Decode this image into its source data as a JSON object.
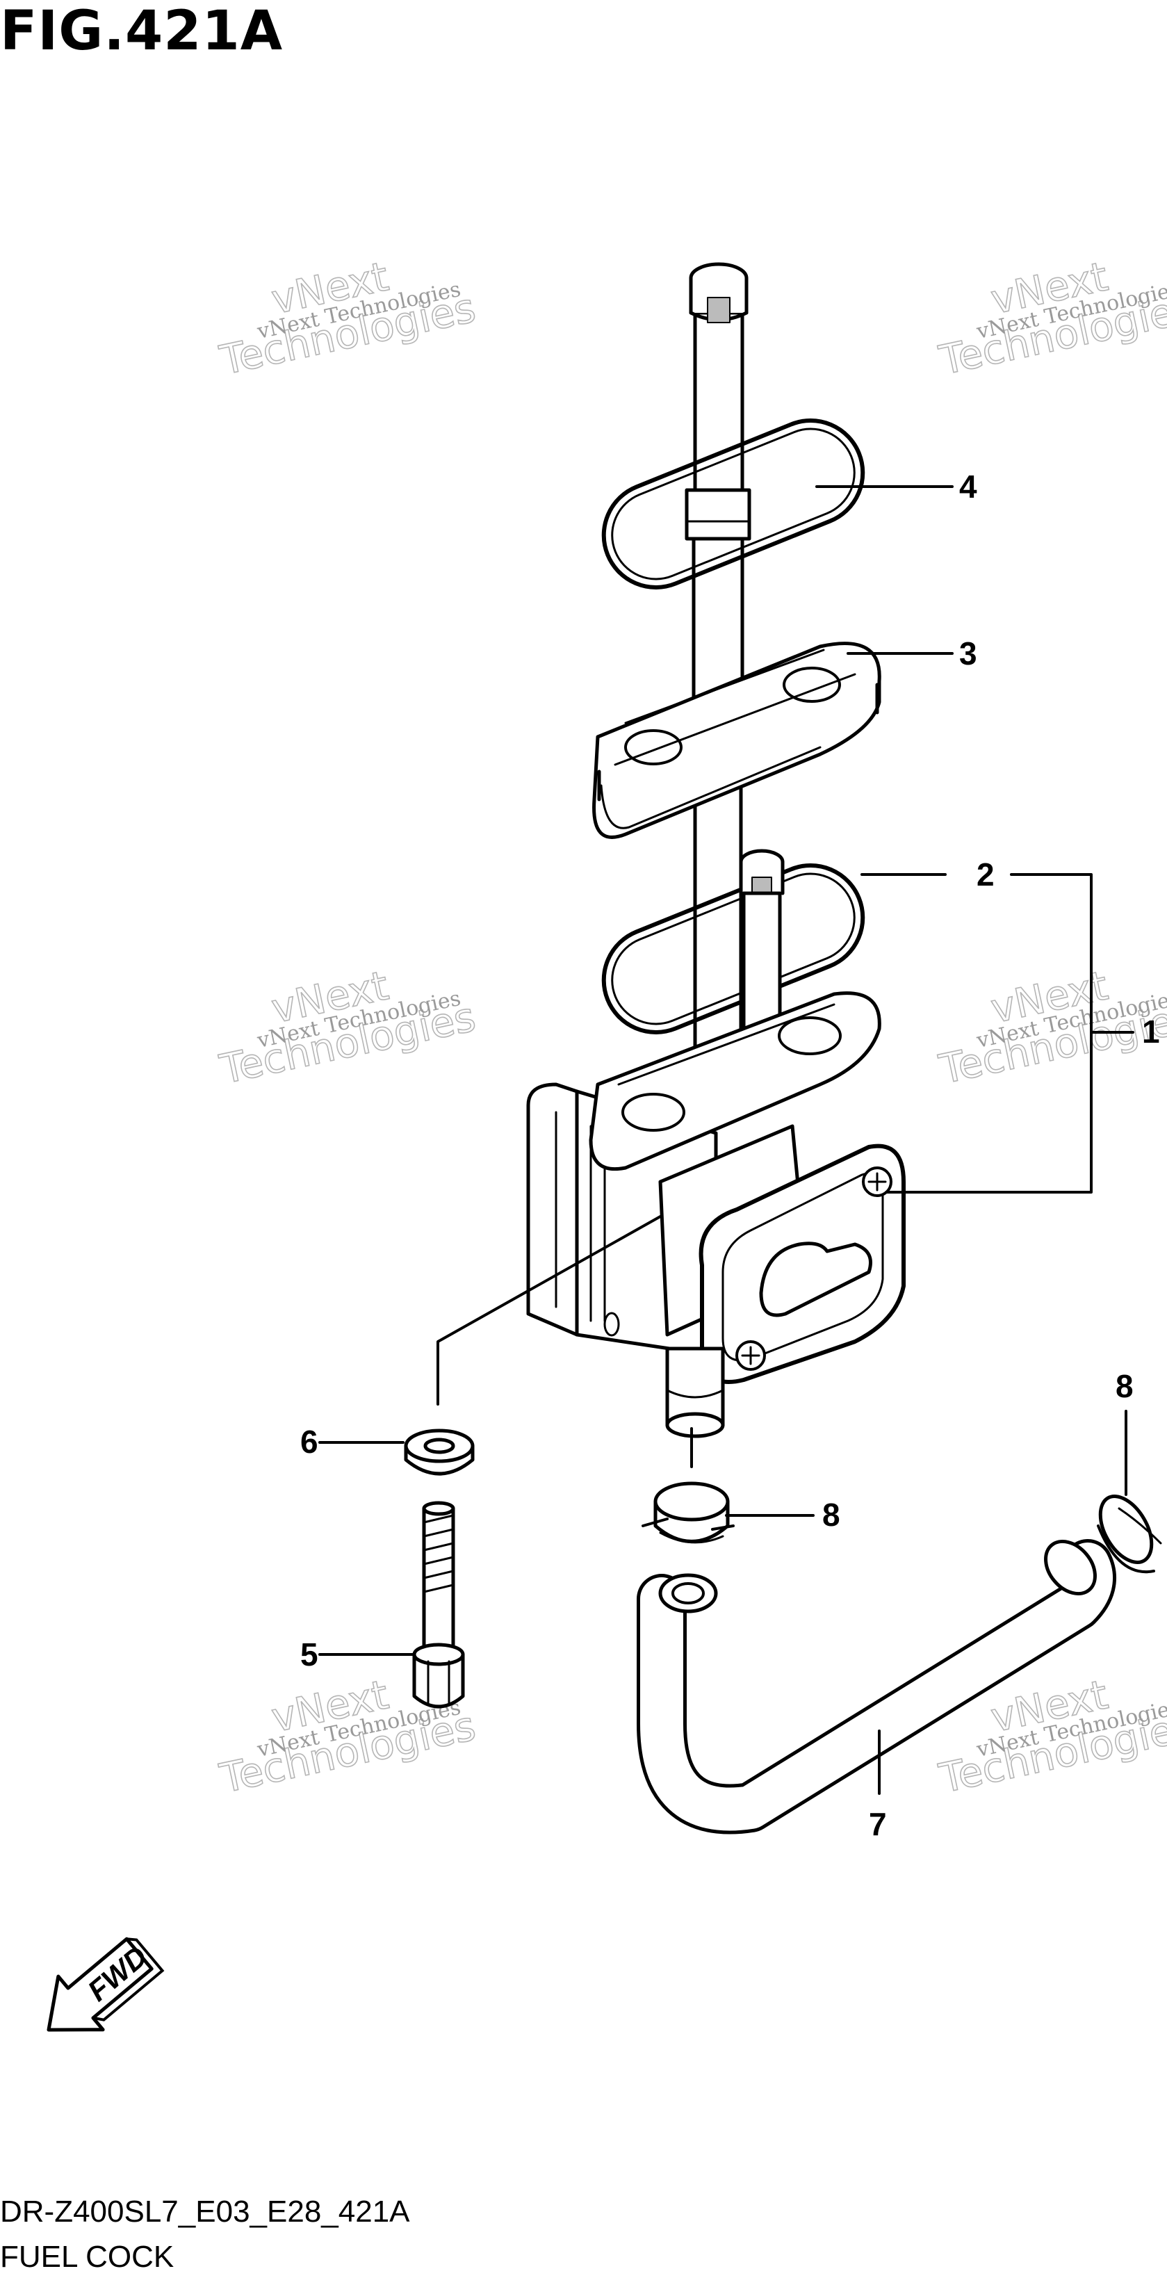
{
  "figure": {
    "title": "FIG.421A",
    "diagram_code": "DR-Z400SL7_E03_E28_421A",
    "diagram_name": "FUEL COCK"
  },
  "callouts": {
    "c1": "1",
    "c2": "2",
    "c3": "3",
    "c4": "4",
    "c5": "5",
    "c6": "6",
    "c7": "7",
    "c8a": "8",
    "c8b": "8"
  },
  "fwd_label": "FWD",
  "watermark": {
    "line1": "vNext Technologies",
    "line2": "Technologies",
    "line3": "vNext"
  }
}
